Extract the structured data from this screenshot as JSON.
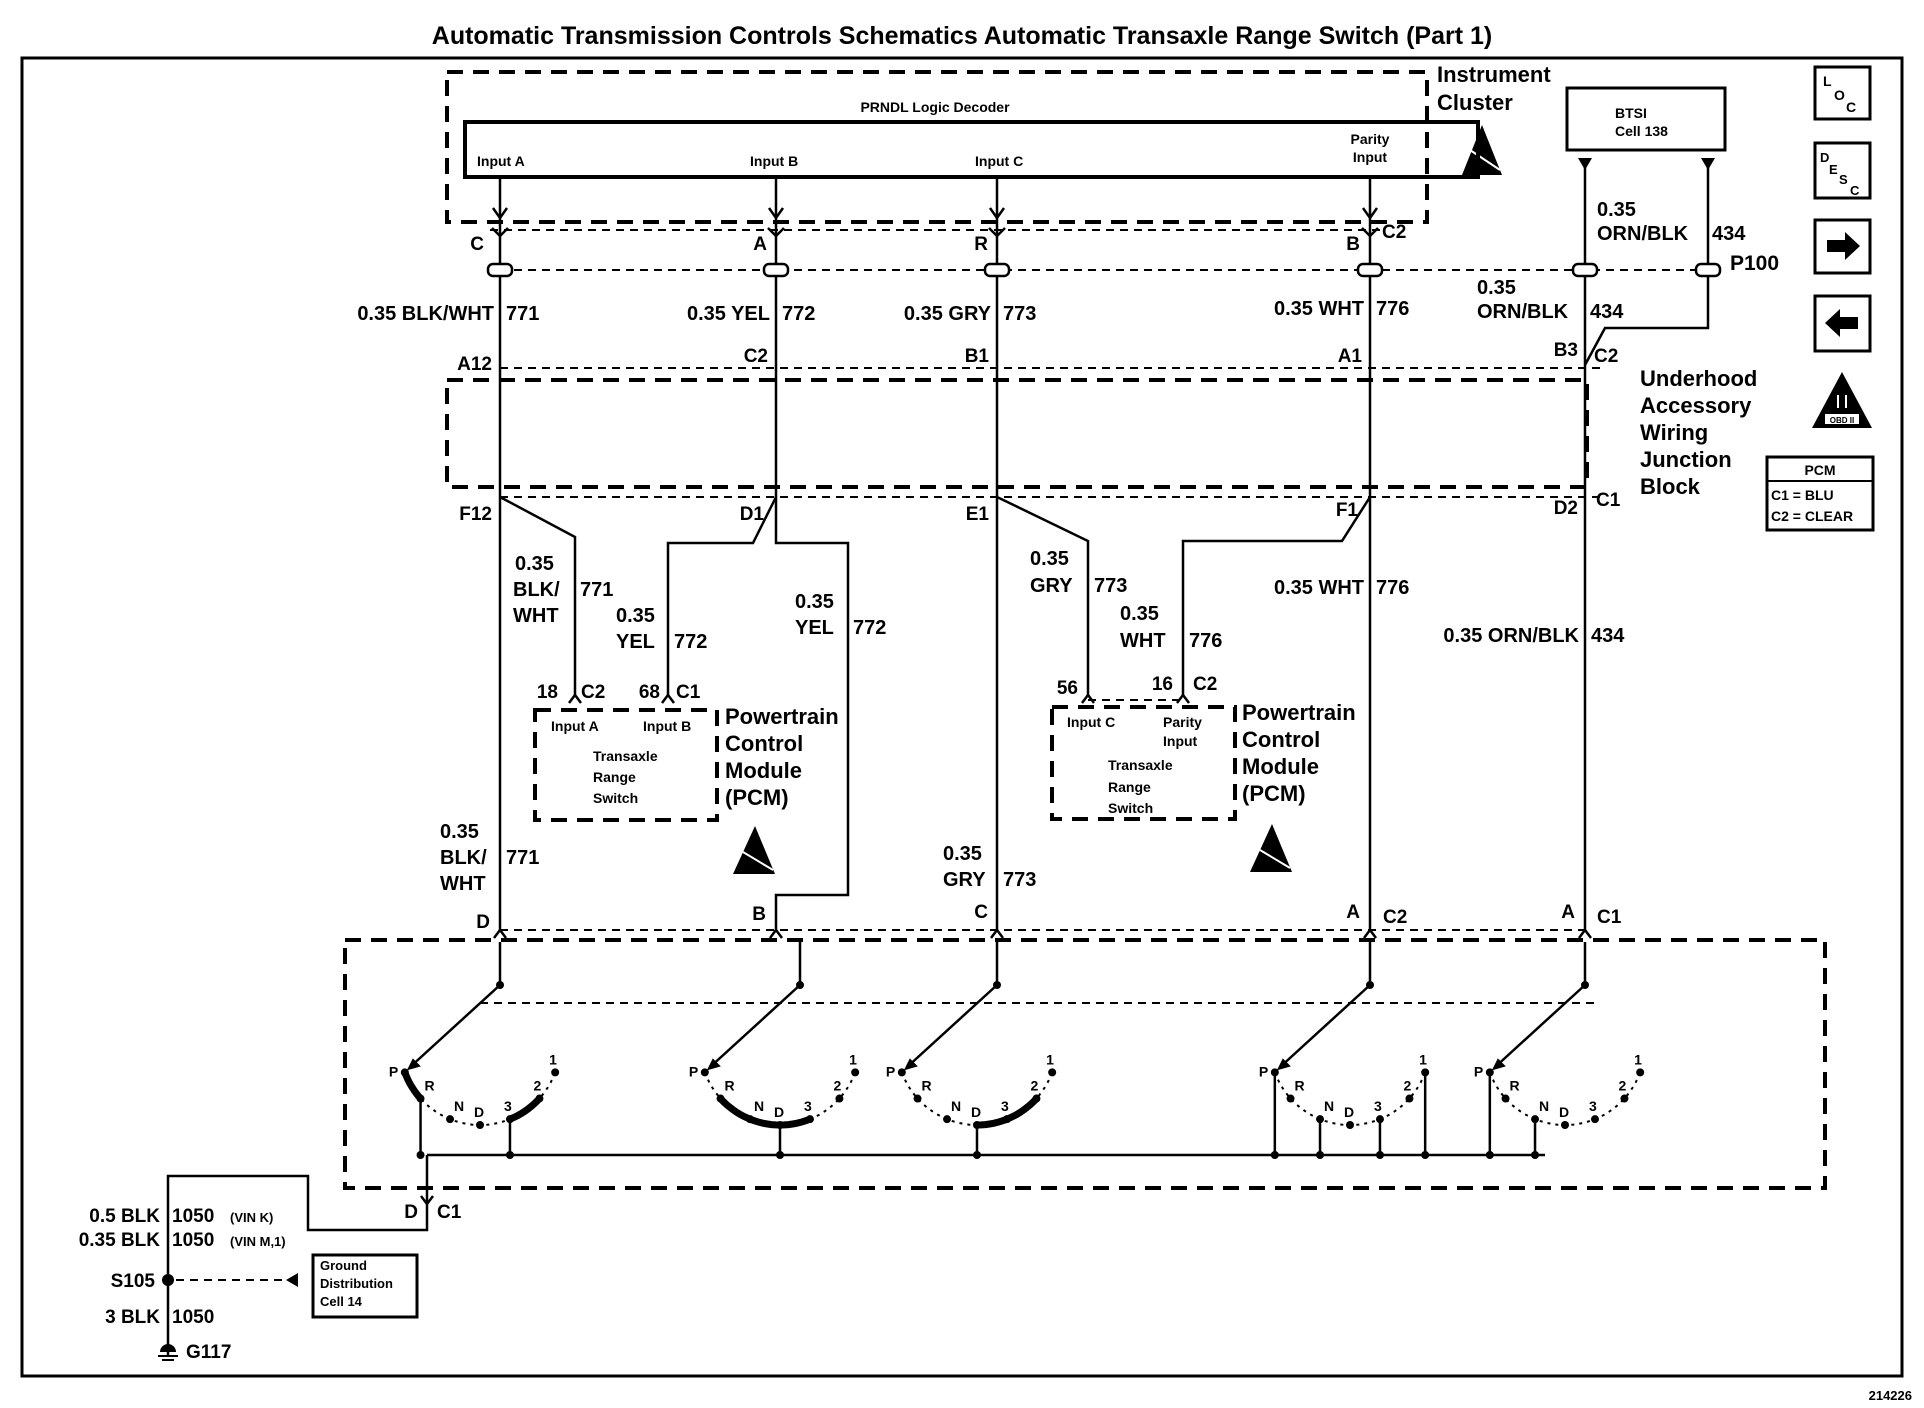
{
  "title": "Automatic Transmission Controls Schematics Automatic Transaxle Range Switch (Part 1)",
  "figure_id": "214226",
  "instrument_cluster": {
    "label_line1": "Instrument",
    "label_line2": "Cluster",
    "decoder_title": "PRNDL Logic Decoder",
    "inputs": [
      "Input A",
      "Input B",
      "Input C",
      "Parity",
      "Input"
    ],
    "connector": "C2",
    "pins": [
      "C",
      "A",
      "R",
      "B"
    ]
  },
  "btsi": {
    "line1": "BTSI",
    "line2": "Cell 138"
  },
  "splice": "P100",
  "top_wires": [
    {
      "gauge_color": "0.35 BLK/WHT",
      "circuit": "771"
    },
    {
      "gauge_color": "0.35 YEL",
      "circuit": "772"
    },
    {
      "gauge_color": "0.35 GRY",
      "circuit": "773"
    },
    {
      "gauge_color": "0.35 WHT",
      "circuit": "776"
    },
    {
      "gauge_top1": "0.35",
      "gauge_top2": "ORN/BLK",
      "circuit_top": "434",
      "gauge_bot1": "0.35",
      "gauge_bot2": "ORN/BLK",
      "circuit_bot": "434"
    }
  ],
  "junction_block": {
    "label": [
      "Underhood",
      "Accessory",
      "Wiring",
      "Junction",
      "Block"
    ],
    "top_pins": [
      "A12",
      "C2",
      "B1",
      "A1",
      "B3"
    ],
    "top_conn": "C2",
    "bottom_pins": [
      "F12",
      "D1",
      "E1",
      "F1",
      "D2"
    ],
    "bottom_conn": "C1"
  },
  "mid_wires": {
    "w771": [
      "0.35",
      "BLK/",
      "WHT",
      "771"
    ],
    "w772a": [
      "0.35",
      "YEL",
      "772"
    ],
    "w772b": [
      "0.35",
      "YEL",
      "772"
    ],
    "w773": [
      "0.35",
      "GRY",
      "773"
    ],
    "w776a": [
      "0.35",
      "WHT",
      "776"
    ],
    "w776b": "0.35 WHT",
    "w776b_circ": "776",
    "w434": "0.35 ORN/BLK",
    "w434_circ": "434"
  },
  "pcm_left": {
    "pin1": "18",
    "conn1": "C2",
    "pin2": "68",
    "conn2": "C1",
    "in1": "Input A",
    "in2": "Input B",
    "body": [
      "Transaxle",
      "Range",
      "Switch"
    ],
    "label": [
      "Powertrain",
      "Control",
      "Module",
      "(PCM)"
    ]
  },
  "pcm_right": {
    "pin1": "56",
    "pin2": "16",
    "conn": "C2",
    "in1": "Input C",
    "in2a": "Parity",
    "in2b": "Input",
    "body": [
      "Transaxle",
      "Range",
      "Switch"
    ],
    "label": [
      "Powertrain",
      "Control",
      "Module",
      "(PCM)"
    ]
  },
  "lower_wires": {
    "w771": [
      "0.35",
      "BLK/",
      "WHT",
      "771"
    ],
    "w773": [
      "0.35",
      "GRY",
      "773"
    ]
  },
  "switch": {
    "pins": [
      "D",
      "B",
      "C",
      "A",
      "A"
    ],
    "conns": [
      "C2",
      "C1"
    ],
    "positions": [
      "P",
      "R",
      "N",
      "D",
      "3",
      "2",
      "1"
    ],
    "ground_pin": "D",
    "ground_conn": "C1"
  },
  "ground": {
    "w1": "0.5 BLK",
    "c1": "1050",
    "v1": "(VIN K)",
    "w2": "0.35 BLK",
    "c2": "1050",
    "v2": "(VIN M,1)",
    "splice": "S105",
    "w3": "3 BLK",
    "c3": "1050",
    "ground": "G117",
    "ref": [
      "Ground",
      "Distribution",
      "Cell 14"
    ]
  },
  "side_icons": {
    "loc": [
      "L",
      "O",
      "C"
    ],
    "desc": [
      "D",
      "E",
      "S",
      "C"
    ],
    "obd": "OBD II"
  },
  "pcm_key": {
    "title": "PCM",
    "l1": "C1 = BLU",
    "l2": "C2 = CLEAR"
  }
}
